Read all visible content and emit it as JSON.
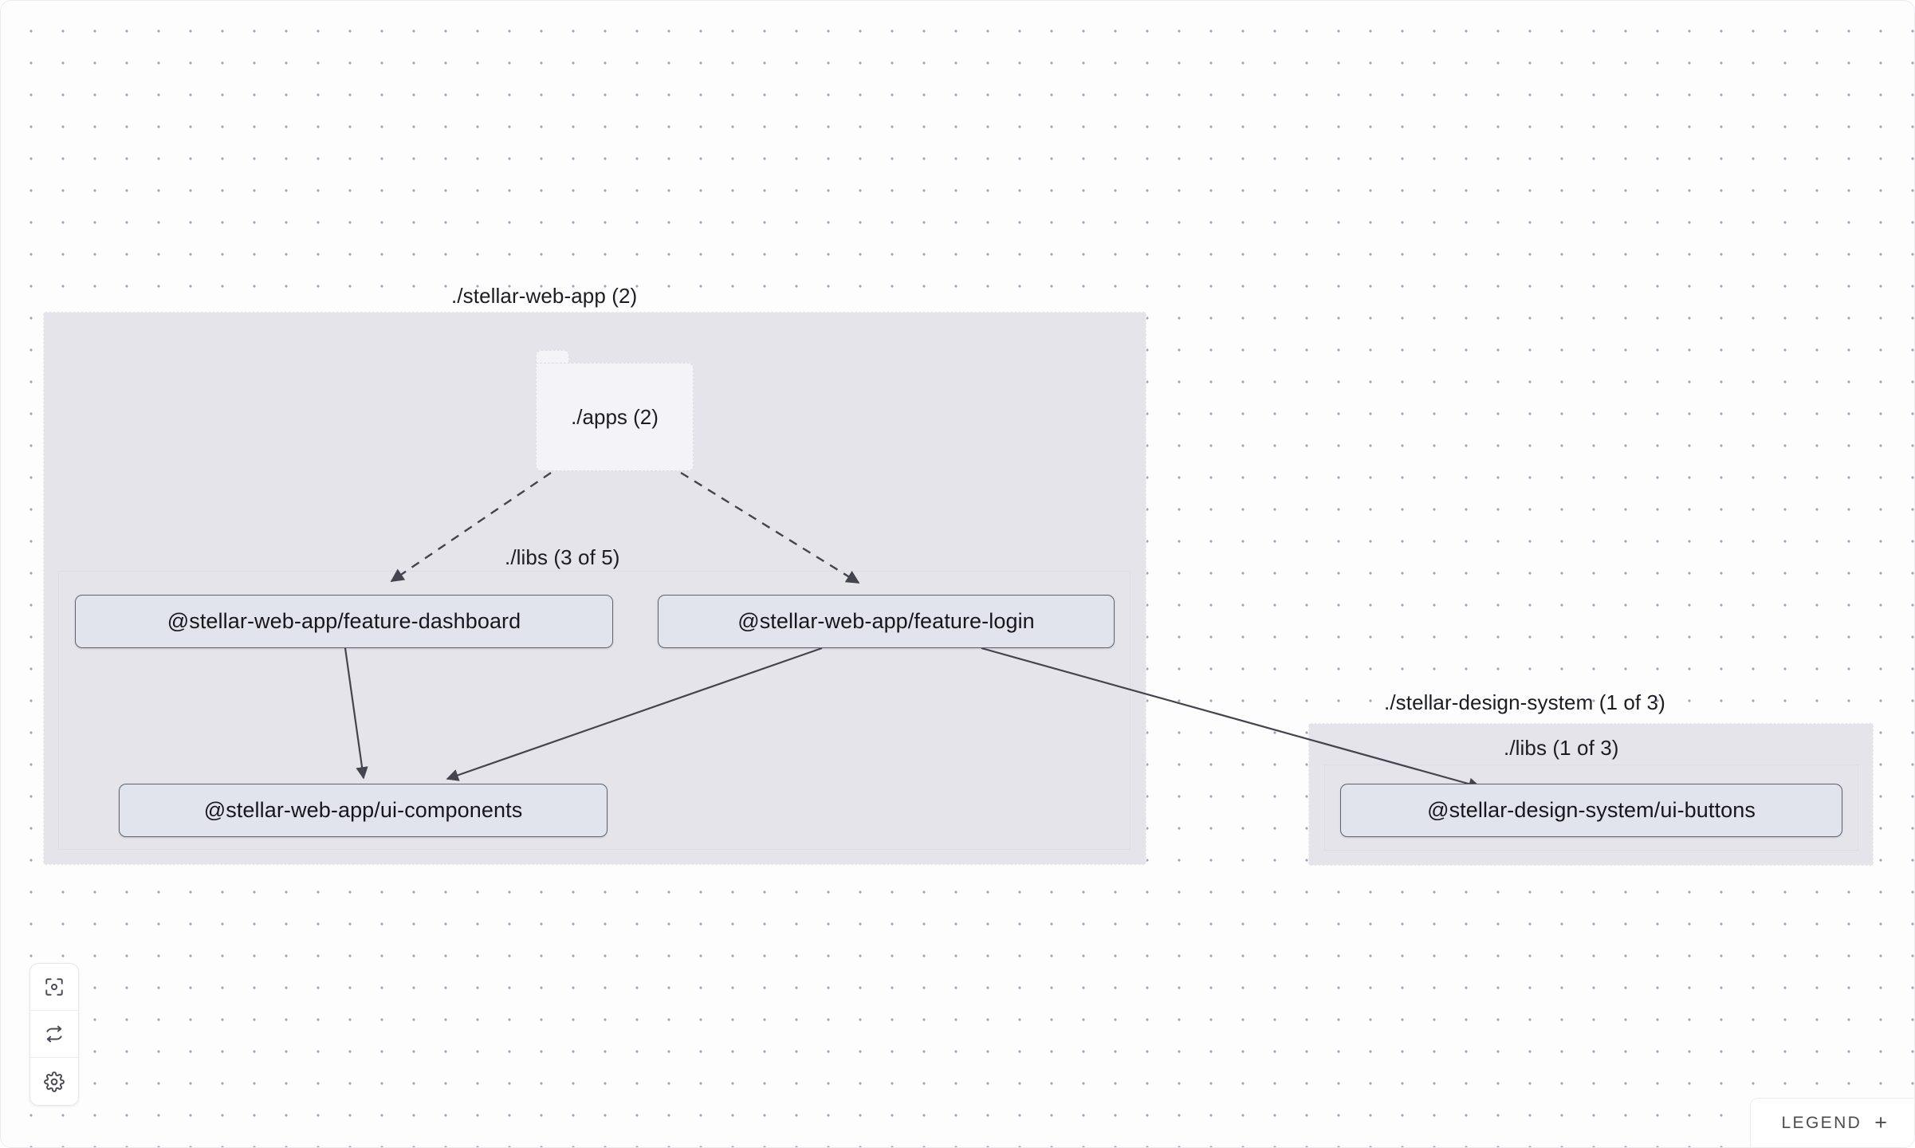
{
  "canvas": {
    "background_color": "#fdfdfe",
    "dot_color": "#9aa5b5"
  },
  "graph": {
    "groups": [
      {
        "id": "stellar-web-app",
        "label": "./stellar-web-app (2)",
        "subgroups": [
          {
            "id": "web-app-libs",
            "label": "./libs (3 of 5)"
          }
        ]
      },
      {
        "id": "stellar-design-system",
        "label": "./stellar-design-system (1 of 3)",
        "subgroups": [
          {
            "id": "design-system-libs",
            "label": "./libs (1 of 3)"
          }
        ]
      }
    ],
    "folders": [
      {
        "id": "apps",
        "label": "./apps (2)"
      }
    ],
    "nodes": [
      {
        "id": "feature-dashboard",
        "label": "@stellar-web-app/feature-dashboard"
      },
      {
        "id": "feature-login",
        "label": "@stellar-web-app/feature-login"
      },
      {
        "id": "ui-components",
        "label": "@stellar-web-app/ui-components"
      },
      {
        "id": "ui-buttons",
        "label": "@stellar-design-system/ui-buttons"
      }
    ],
    "edges": [
      {
        "from": "apps",
        "to": "feature-dashboard",
        "style": "dashed"
      },
      {
        "from": "apps",
        "to": "feature-login",
        "style": "dashed"
      },
      {
        "from": "feature-dashboard",
        "to": "ui-components",
        "style": "solid"
      },
      {
        "from": "feature-login",
        "to": "ui-components",
        "style": "solid"
      },
      {
        "from": "feature-login",
        "to": "ui-buttons",
        "style": "solid"
      }
    ],
    "edge_color": "#44444f"
  },
  "toolbar": {
    "buttons": [
      {
        "id": "focus",
        "icon": "focus-target-icon",
        "label": "Focus"
      },
      {
        "id": "refresh",
        "icon": "refresh-icon",
        "label": "Refresh"
      },
      {
        "id": "settings",
        "icon": "gear-icon",
        "label": "Settings"
      }
    ]
  },
  "legend": {
    "label": "LEGEND",
    "expand_glyph": "+"
  }
}
